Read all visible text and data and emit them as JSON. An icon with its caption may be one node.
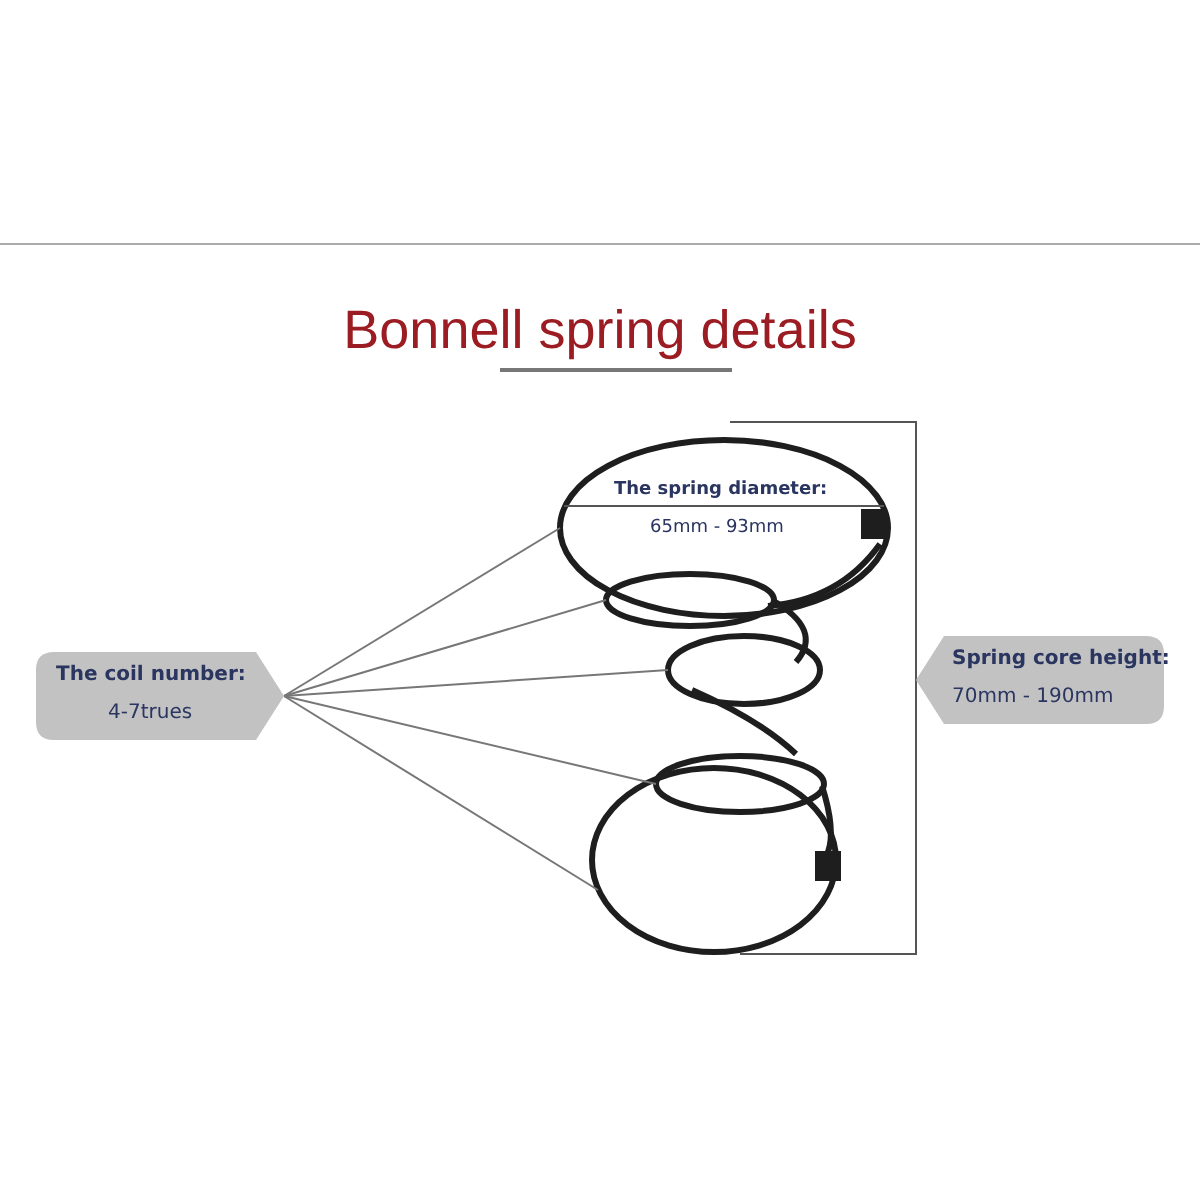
{
  "diagram": {
    "title": "Bonnell spring details",
    "nodes": [
      {
        "text": [
          "The coil number:",
          "4-7trues"
        ]
      },
      {
        "text": [
          "Spring core height:",
          "70mm - 190mm"
        ]
      },
      {
        "text": [],
        "shape": "circle"
      },
      {
        "text": [],
        "shape": "circle"
      },
      {
        "text": [],
        "shape": "circle"
      },
      {
        "text": [],
        "shape": "circle"
      },
      {
        "text": [],
        "shape": "circle"
      }
    ],
    "edges": [
      {
        "from": 0,
        "to": 2,
        "arrow": "none"
      },
      {
        "from": 0,
        "to": 3,
        "arrow": "none"
      },
      {
        "from": 0,
        "to": 4,
        "arrow": "none"
      },
      {
        "from": 0,
        "to": 5,
        "arrow": "none"
      },
      {
        "from": 0,
        "to": 6,
        "arrow": "none"
      }
    ],
    "labels": [
      "The spring diameter:",
      "65mm - 93mm"
    ]
  }
}
